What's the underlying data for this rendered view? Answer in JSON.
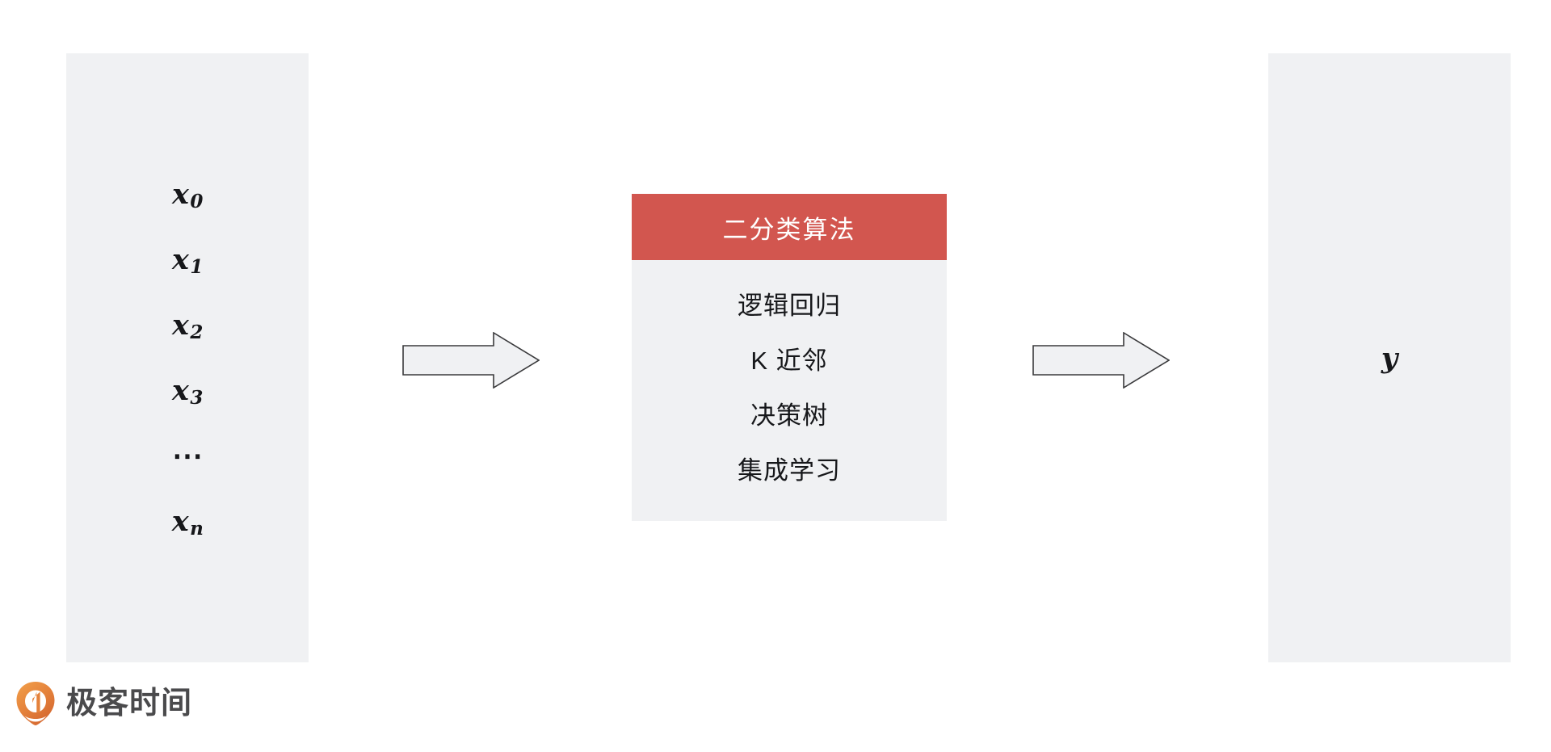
{
  "slide": {
    "background": "#FFFFFF",
    "panel_bg": "#F0F1F3",
    "accent_red": "#D2564F",
    "text_color": "#16171A"
  },
  "input_panel": {
    "name": "input-features",
    "variables": [
      {
        "base": "x",
        "sub": "0"
      },
      {
        "base": "x",
        "sub": "1"
      },
      {
        "base": "x",
        "sub": "2"
      },
      {
        "base": "x",
        "sub": "3"
      },
      {
        "base": "⋯",
        "sub": ""
      },
      {
        "base": "x",
        "sub": "n"
      }
    ]
  },
  "arrow_1": {
    "icon": "right-block-arrow-icon"
  },
  "algo_card": {
    "header": "二分类算法",
    "header_bg": "#D2564F",
    "header_text_color": "#FFFFFF",
    "items": [
      "逻辑回归",
      "K 近邻",
      "决策树",
      "集成学习"
    ]
  },
  "arrow_2": {
    "icon": "right-block-arrow-icon"
  },
  "output_panel": {
    "name": "output-label",
    "variable": "y"
  },
  "brand": {
    "text": "极客时间",
    "mark": "geektime-pin-icon",
    "mark_color_start": "#F0943C",
    "mark_color_end": "#D96A32",
    "text_color": "#4A4A4C"
  }
}
